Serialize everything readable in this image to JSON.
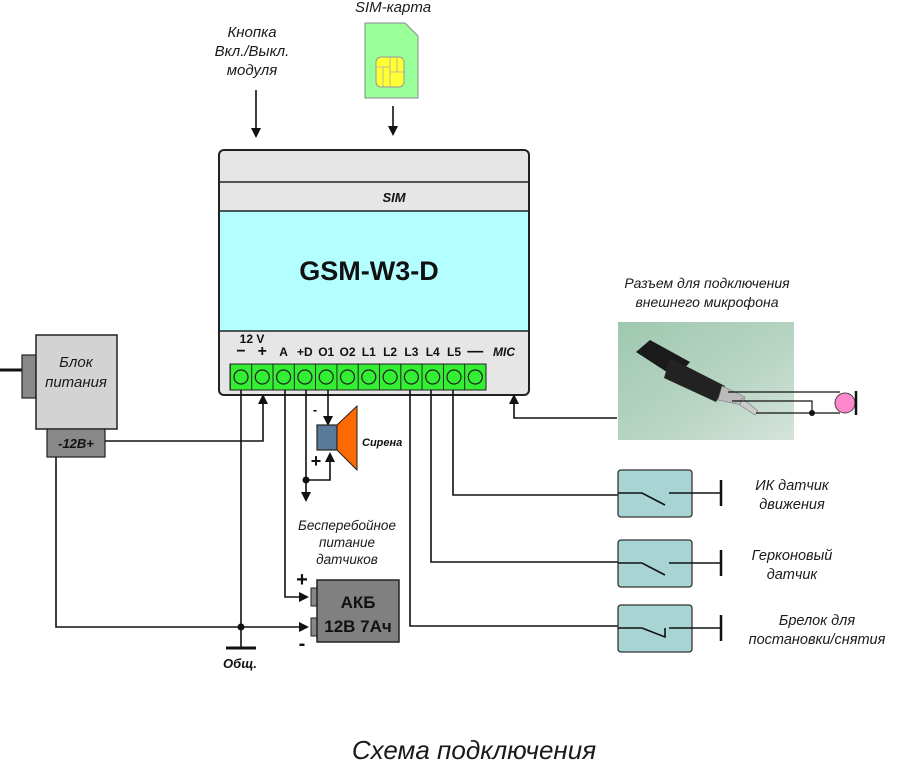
{
  "caption": "Схема подключения",
  "module": {
    "name": "GSM-W3-D",
    "sim_slot_label": "SIM",
    "colors": {
      "body": "#b3ffff",
      "top": "#e6e6e6",
      "terminal": "#33ee33"
    },
    "voltage_label": "12 V",
    "terminals": [
      "−",
      "+",
      "A",
      "+D",
      "O1",
      "O2",
      "L1",
      "L2",
      "L3",
      "L4",
      "L5",
      "—"
    ],
    "mic_label": "MIC"
  },
  "top_labels": {
    "button": [
      "Кнопка",
      "Вкл./Выкл.",
      "модуля"
    ],
    "sim_card": "SIM-карта"
  },
  "power_supply": {
    "label": [
      "Блок",
      "питания"
    ],
    "output_label": "-12В+"
  },
  "siren": {
    "label": "Сирена",
    "minus": "-",
    "plus": "+"
  },
  "backup_power_label": [
    "Бесперебойное",
    "питание",
    "датчиков"
  ],
  "battery": {
    "label": [
      "АКБ",
      "12В 7Ач"
    ],
    "plus": "+",
    "minus": "-"
  },
  "ground_label": "Общ.",
  "microphone": {
    "label": [
      "Разъем для подключения",
      "внешнего микрофона"
    ]
  },
  "sensors": [
    {
      "label": [
        "ИК датчик",
        "движения"
      ],
      "terminal": "L5"
    },
    {
      "label": [
        "Герконовый",
        "датчик"
      ],
      "terminal": "L4"
    },
    {
      "label": [
        "Брелок для",
        "постановки/снятия"
      ],
      "terminal": "L3"
    }
  ]
}
